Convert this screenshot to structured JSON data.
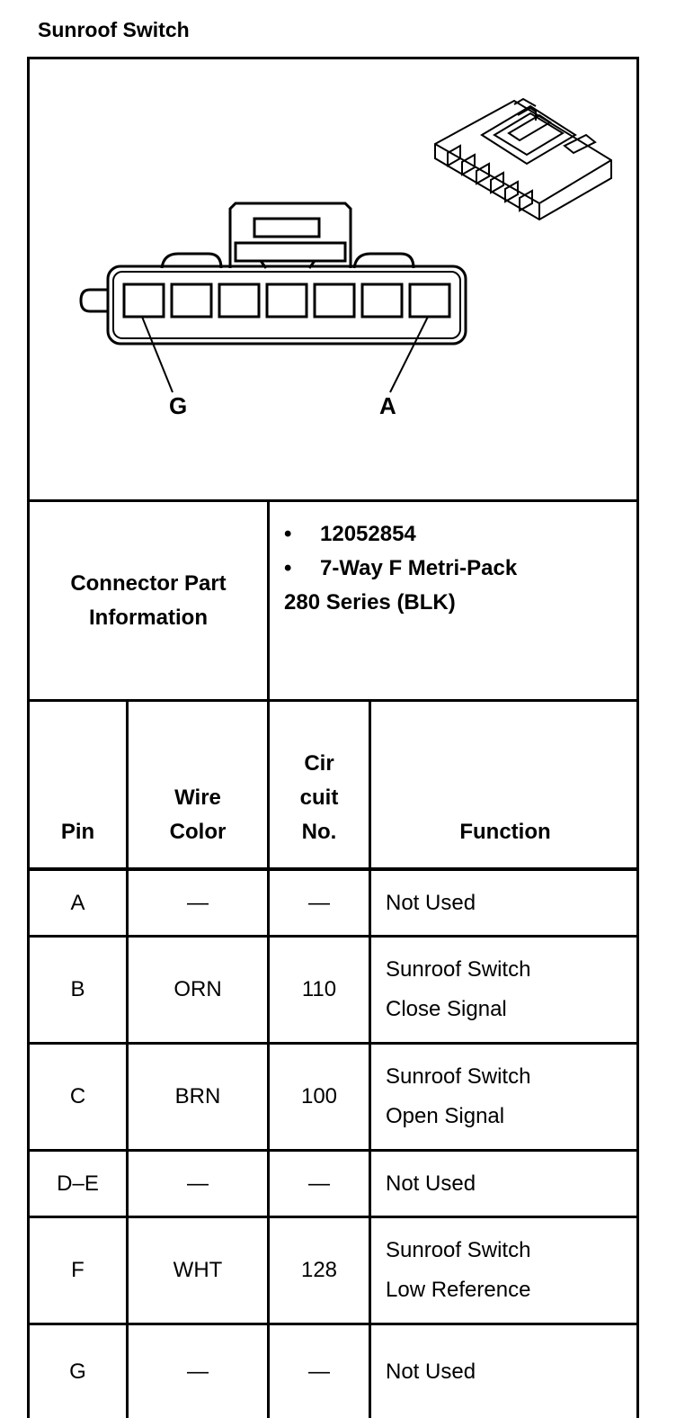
{
  "title": "Sunroof Switch",
  "diagram": {
    "pin_labels": {
      "left": "G",
      "right": "A"
    },
    "pin_count": 7
  },
  "connector_info": {
    "label_line1": "Connector Part",
    "label_line2": "Information",
    "part_number": "12052854",
    "description_line1": "7-Way F Metri-Pack",
    "description_line2": "280 Series (BLK)",
    "bullet": "•"
  },
  "table": {
    "headers": {
      "pin": "Pin",
      "wire_color_1": "Wire",
      "wire_color_2": "Color",
      "circuit_1": "Cir",
      "circuit_2": "cuit",
      "circuit_3": "No.",
      "function": "Function"
    },
    "rows": [
      {
        "pin": "A",
        "wire": "—",
        "circuit": "—",
        "function_1": "Not Used",
        "function_2": ""
      },
      {
        "pin": "B",
        "wire": "ORN",
        "circuit": "110",
        "function_1": "Sunroof Switch",
        "function_2": "Close Signal"
      },
      {
        "pin": "C",
        "wire": "BRN",
        "circuit": "100",
        "function_1": "Sunroof Switch",
        "function_2": "Open Signal"
      },
      {
        "pin": "D–E",
        "wire": "—",
        "circuit": "—",
        "function_1": "Not Used",
        "function_2": ""
      },
      {
        "pin": "F",
        "wire": "WHT",
        "circuit": "128",
        "function_1": "Sunroof Switch",
        "function_2": "Low Reference"
      },
      {
        "pin": "G",
        "wire": "—",
        "circuit": "—",
        "function_1": "Not Used",
        "function_2": ""
      }
    ]
  }
}
